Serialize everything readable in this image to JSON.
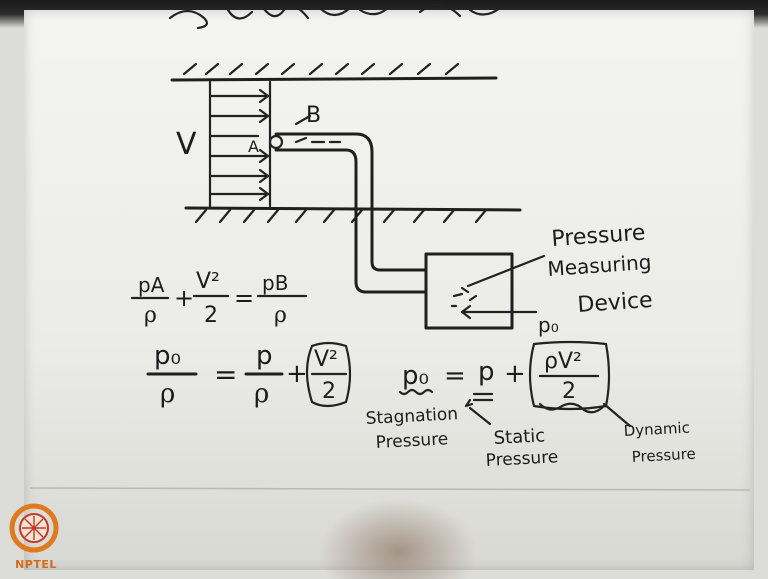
{
  "board": {
    "labels": {
      "velocity": "V",
      "point_a": "A",
      "point_b": "B",
      "device_line1": "Pressure",
      "device_line2": "Measuring",
      "device_line3": "Device",
      "device_p0": "p₀"
    },
    "equations": {
      "bernoulli_lhs_num": "pA",
      "bernoulli_lhs_den": "ρ",
      "bernoulli_plus1": "+",
      "bernoulli_v2": "V²",
      "bernoulli_two": "2",
      "bernoulli_eq": "=",
      "bernoulli_rhs_num": "pB",
      "bernoulli_rhs_den": "ρ",
      "stag_lhs_num": "p₀",
      "stag_lhs_den": "ρ",
      "stag_eq": "=",
      "stag_p_num": "p",
      "stag_p_den": "ρ",
      "stag_plus": "+",
      "stag_v2": "V²",
      "stag_two": "2",
      "total_p0": "p₀",
      "total_eq": "=",
      "total_p": "p",
      "total_plus": "+",
      "total_rhov2": "ρV²",
      "total_two": "2"
    },
    "annotations": {
      "stagnation_1": "Stagnation",
      "stagnation_2": "Pressure",
      "static_1": "Static",
      "static_2": "Pressure",
      "dynamic_1": "Dynamic",
      "dynamic_2": "Pressure"
    }
  },
  "logo": {
    "name": "NPTEL",
    "colors": {
      "ring": "#e07a1f",
      "center": "#c0392b"
    }
  }
}
